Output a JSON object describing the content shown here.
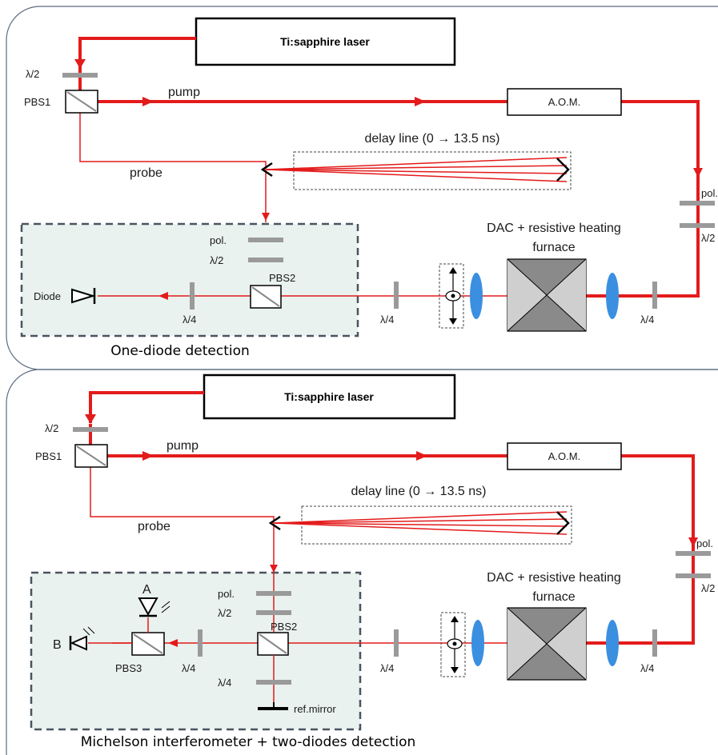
{
  "colors": {
    "beam": "#e31b1b",
    "lens": "#3b8fe0",
    "plate": "#9a9a9a",
    "detection_box_fill": "#e9f2ee",
    "detection_box_border": "#4a5460"
  },
  "top_panel": {
    "laser": "Ti:sapphire laser",
    "half_wave_1": "λ/2",
    "pbs1": "PBS1",
    "pump": "pump",
    "aom": "A.O.M.",
    "delay_line": "delay line (0 → 13.5 ns)",
    "probe": "probe",
    "pol_right": "pol.",
    "half_wave_right": "λ/2",
    "dac_line1": "DAC + resistive heating",
    "dac_line2": "furnace",
    "pol": "pol.",
    "half_wave_2": "λ/2",
    "pbs2": "PBS2",
    "diode": "Diode",
    "quarter_wave_diode": "λ/4",
    "quarter_wave_mid": "λ/4",
    "quarter_wave_right": "λ/4",
    "caption": "One-diode detection"
  },
  "bottom_panel": {
    "laser": "Ti:sapphire laser",
    "half_wave_1": "λ/2",
    "pbs1": "PBS1",
    "pump": "pump",
    "aom": "A.O.M.",
    "delay_line": "delay line (0 → 13.5 ns)",
    "probe": "probe",
    "pol_right": "pol.",
    "half_wave_right": "λ/2",
    "dac_line1": "DAC + resistive heating",
    "dac_line2": "furnace",
    "pol": "pol.",
    "half_wave_2": "λ/2",
    "pbs2": "PBS2",
    "diode_a": "A",
    "diode_b": "B",
    "pbs3": "PBS3",
    "quarter_wave_pbs3": "λ/4",
    "quarter_wave_ref": "λ/4",
    "ref_mirror": "ref.mirror",
    "quarter_wave_mid": "λ/4",
    "quarter_wave_right": "λ/4",
    "caption": "Michelson interferometer + two-diodes detection"
  }
}
